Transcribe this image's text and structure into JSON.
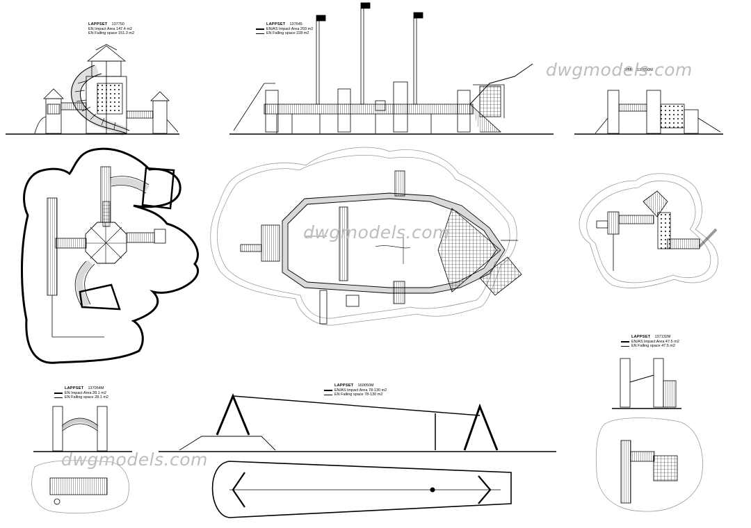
{
  "watermark": "dwgmodels.com",
  "models": [
    {
      "id": "m1",
      "brand": "LAPPSET",
      "code": "137750",
      "impact": "EN Impact Area 147.4 m2",
      "falling": "EN Falling space 151.3 m2"
    },
    {
      "id": "m2",
      "brand": "LAPPSET",
      "code": "137645",
      "impact": "EN/AS Impact Area 203 m2",
      "falling": "EN Falling space 228 m2"
    },
    {
      "id": "m3",
      "brand": "PSE",
      "code": "137650M",
      "impact": "",
      "falling": ""
    },
    {
      "id": "m4",
      "brand": "LAPPSET",
      "code": "137054M",
      "impact": "EN Impact Area 28.1 m2",
      "falling": "EN Falling space 28.1 m2"
    },
    {
      "id": "m5",
      "brand": "LAPPSET",
      "code": "160050M",
      "impact": "EN/AS Impact Area 78-130 m2",
      "falling": "EN Falling space 78-130 m2"
    },
    {
      "id": "m6",
      "brand": "LAPPSET",
      "code": "137132M",
      "impact": "EN/AS Impact Area 47.5 m2",
      "falling": "EN Falling space 47.5 m2"
    }
  ]
}
